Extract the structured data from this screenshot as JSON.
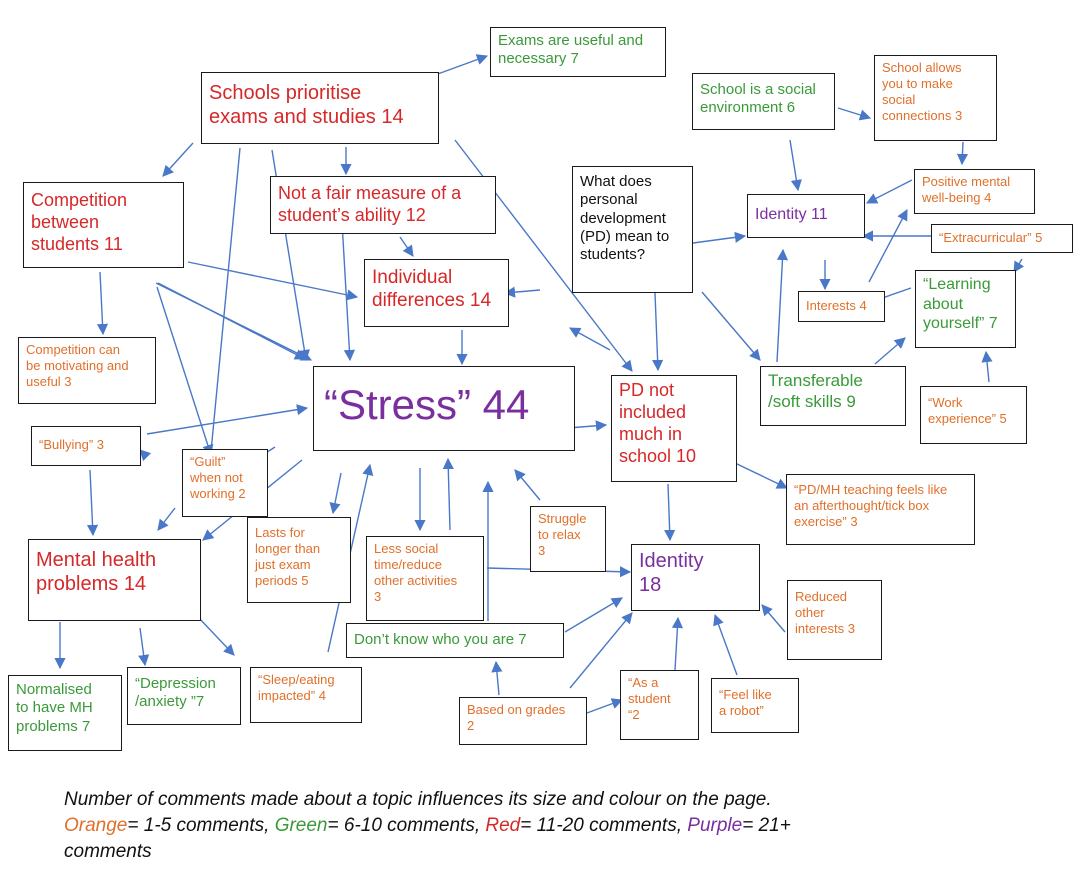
{
  "colors": {
    "orange": "#e0702b",
    "green": "#3a9a3a",
    "red": "#d62828",
    "purple": "#7a2f9e",
    "arrow": "#4a78c8"
  },
  "nodes": {
    "exams_useful": "Exams are useful and\nnecessary 7",
    "schools_prioritise": "Schools prioritise\nexams and studies 14",
    "school_social": "School is a social\nenvironment 6",
    "school_allows": "School allows\nyou to make\nsocial\nconnections 3",
    "competition": "Competition\nbetween\nstudents 11",
    "not_fair": "Not a fair measure of a\nstudent’s ability 12",
    "what_pd": "What does\npersonal\ndevelopment\n(PD) mean to\nstudents?",
    "identity11": "Identity 11",
    "positive_mh": "Positive mental\nwell-being 4",
    "extracurricular": "“Extracurricular” 5",
    "individual": "Individual\ndifferences 14",
    "interests": "Interests 4",
    "learning": "“Learning\nabout\nyourself” 7",
    "comp_motivating": "Competition can\nbe motivating and\nuseful 3",
    "stress": "“Stress” 44",
    "pd_not": "PD not\nincluded\nmuch in\nschool 10",
    "transferable": "Transferable\n/soft skills 9",
    "work_exp": "“Work\nexperience” 5",
    "bullying": "“Bullying” 3",
    "guilt": "“Guilt”\nwhen not\nworking 2",
    "pd_mh": "“PD/MH teaching feels like\nan afterthought/tick box\nexercise” 3",
    "lasts_longer": "Lasts for\nlonger than\njust exam\nperiods 5",
    "struggle": "Struggle\nto relax\n3",
    "mh_problems": "Mental health\nproblems 14",
    "less_social": "Less social\ntime/reduce\nother activities\n3",
    "identity18": "Identity\n18",
    "reduced": "Reduced\nother\ninterests 3",
    "dont_know": "Don’t know who you are 7",
    "normalised": "Normalised\nto have MH\nproblems 7",
    "depression": "“Depression\n/anxiety ”7",
    "sleep": "“Sleep/eating\nimpacted” 4",
    "as_student": "“As a\nstudent\n“2",
    "feel_robot": "“Feel like\na robot”",
    "based_grades": "Based on grades\n2"
  },
  "legend": {
    "line1": "Number of comments made about a topic influences its size and colour on the page.",
    "orange_word": "Orange",
    "orange_rest": "= 1-5 comments, ",
    "green_word": "Green",
    "green_rest": "= 6-10 comments, ",
    "red_word": "Red",
    "red_rest": "= 11-20 comments, ",
    "purple_word": "Purple",
    "purple_rest": "= 21+\ncomments"
  }
}
